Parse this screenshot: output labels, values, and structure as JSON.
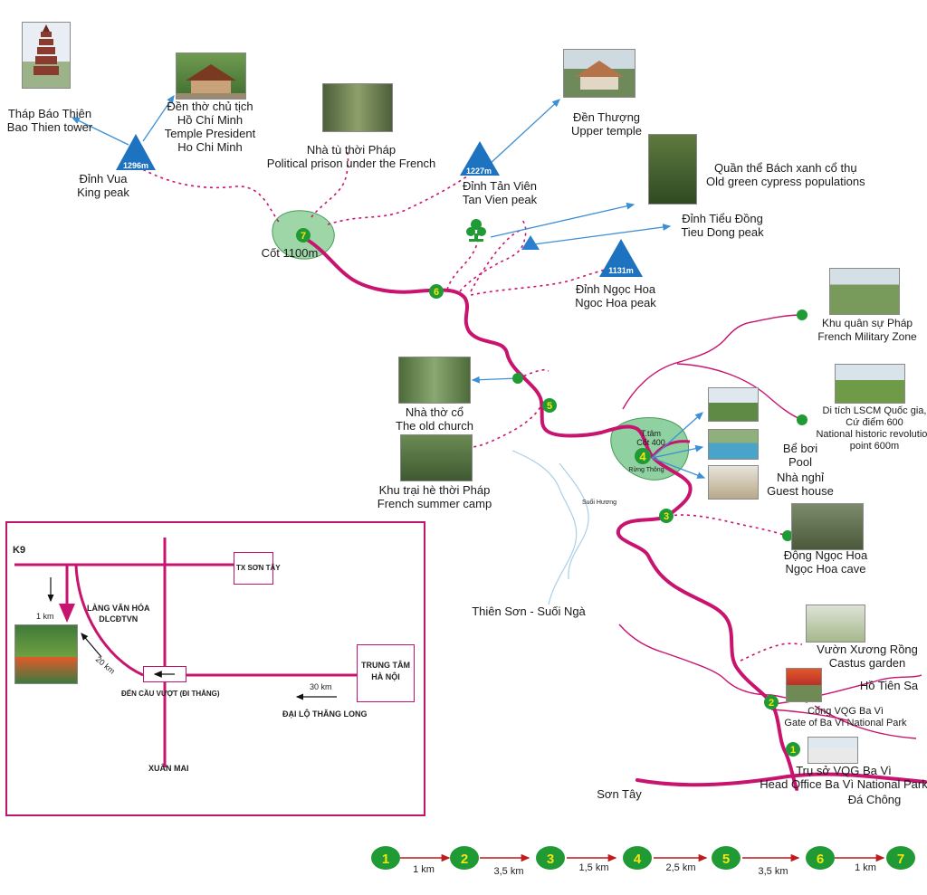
{
  "places": {
    "bao_thien": [
      "Tháp Báo Thiên",
      "Bao Thien tower"
    ],
    "ho_chi_minh": [
      "Đền thờ chủ tịch",
      "Hồ Chí Minh",
      "Temple President",
      "Ho Chi Minh"
    ],
    "king_peak": [
      "Đỉnh Vua",
      "King peak"
    ],
    "king_peak_alt": "1296m",
    "prison": [
      "Nhà tù thời Pháp",
      "Political prison under the French"
    ],
    "tan_vien": [
      "Đỉnh Tản Viên",
      "Tan Vien peak"
    ],
    "tan_vien_alt": "1227m",
    "upper_temple": [
      "Đền Thượng",
      "Upper temple"
    ],
    "cypress": [
      "Quần thể Bách xanh cổ thụ",
      "Old green cypress populations"
    ],
    "tieu_dong": [
      "Đỉnh Tiểu Đồng",
      "Tieu Dong peak"
    ],
    "ngoc_hoa_peak": [
      "Đỉnh Ngọc Hoa",
      "Ngoc Hoa peak"
    ],
    "ngoc_hoa_alt": "1131m",
    "cot_1100": "Cốt 1100m",
    "french_military": [
      "Khu quân sự Pháp",
      "French Military Zone"
    ],
    "historic": [
      "Di tích LSCM Quốc gia,",
      "Cứ điểm 600",
      "National historic revolution",
      "point 600m"
    ],
    "old_church": [
      "Nhà thờ cổ",
      "The old church"
    ],
    "summer_camp": [
      "Khu trại hè thời Pháp",
      "French summer camp"
    ],
    "center": [
      "T.tâm",
      "Cốt 400"
    ],
    "rung_thong": "Rừng Thông",
    "pool": [
      "Bể bơi",
      "Pool"
    ],
    "guest_house": [
      "Nhà nghỉ",
      "Guest house"
    ],
    "suoi_huong": "Suối Hương",
    "cave": [
      "Động Ngọc Hoa",
      "Ngọc Hoa cave"
    ],
    "thien_son": "Thiên Sơn - Suối Ngà",
    "cactus": [
      "Vườn Xương Rồng",
      "Castus garden"
    ],
    "ho_tien_sa": "Hồ Tiên Sa",
    "gate": [
      "Cổng VQG Ba Vì",
      "Gate of Ba Vì National Park"
    ],
    "head_office": [
      "Trụ sở VQG Ba Vì",
      "Head Office Ba Vì National Park"
    ],
    "son_tay": "Sơn Tây",
    "da_chong": "Đá Chông"
  },
  "inset": {
    "k9": "K9",
    "tx_son_tay": "TX SƠN TÂY",
    "lang_van_hoa": [
      "LÀNG VĂN HÓA",
      "DLCĐTVN"
    ],
    "one_km": "1 km",
    "twenty_km": "20 km",
    "den_cau_vuot": "ĐẾN CẦU VƯỢT (ĐI THẲNG)",
    "thirty_km": "30 km",
    "trung_tam": [
      "TRUNG TÂM",
      "HÀ NỘI"
    ],
    "dai_lo": "ĐẠI LỘ THĂNG LONG",
    "xuan_mai": "XUÂN MAI"
  },
  "stops": [
    "1",
    "2",
    "3",
    "4",
    "5",
    "6",
    "7"
  ],
  "legend": {
    "stops": [
      "1",
      "2",
      "3",
      "4",
      "5",
      "6",
      "7"
    ],
    "distances": [
      "1 km",
      "3,5 km",
      "1,5 km",
      "2,5 km",
      "3,5 km",
      "1 km"
    ]
  },
  "colors": {
    "road": "#c8146e",
    "trail": "#c8146e",
    "stop_fill": "#1f9a34",
    "stop_text": "#f6e60f",
    "peak": "#1e73c0",
    "arrow": "#3d8fd4",
    "zone": "#8fd1a0",
    "inset_border": "#c0156d",
    "legend_arrow": "#c11a1a"
  }
}
